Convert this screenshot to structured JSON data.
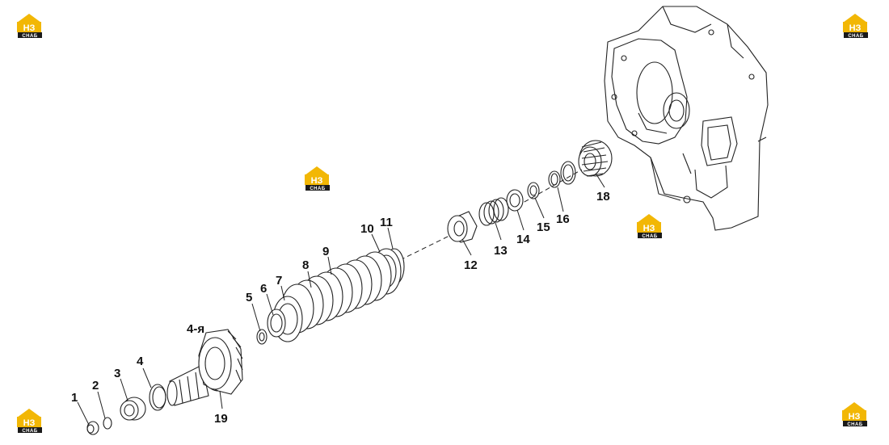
{
  "diagram": {
    "logo": {
      "mark": "НЗ",
      "sub": "СНАБ"
    },
    "callouts": [
      {
        "id": "c1",
        "text": "1"
      },
      {
        "id": "c2",
        "text": "2"
      },
      {
        "id": "c3",
        "text": "3"
      },
      {
        "id": "c4",
        "text": "4"
      },
      {
        "id": "c4ya",
        "text": "4-я"
      },
      {
        "id": "c5",
        "text": "5"
      },
      {
        "id": "c6",
        "text": "6"
      },
      {
        "id": "c7",
        "text": "7"
      },
      {
        "id": "c8",
        "text": "8"
      },
      {
        "id": "c9",
        "text": "9"
      },
      {
        "id": "c10",
        "text": "10"
      },
      {
        "id": "c11",
        "text": "11"
      },
      {
        "id": "c12",
        "text": "12"
      },
      {
        "id": "c13",
        "text": "13"
      },
      {
        "id": "c14",
        "text": "14"
      },
      {
        "id": "c15",
        "text": "15"
      },
      {
        "id": "c16",
        "text": "16"
      },
      {
        "id": "c18",
        "text": "18"
      },
      {
        "id": "c19",
        "text": "19"
      }
    ],
    "colors": {
      "logo_yellow": "#f2b705",
      "logo_dark": "#1a1a1a",
      "line": "#222222"
    }
  }
}
